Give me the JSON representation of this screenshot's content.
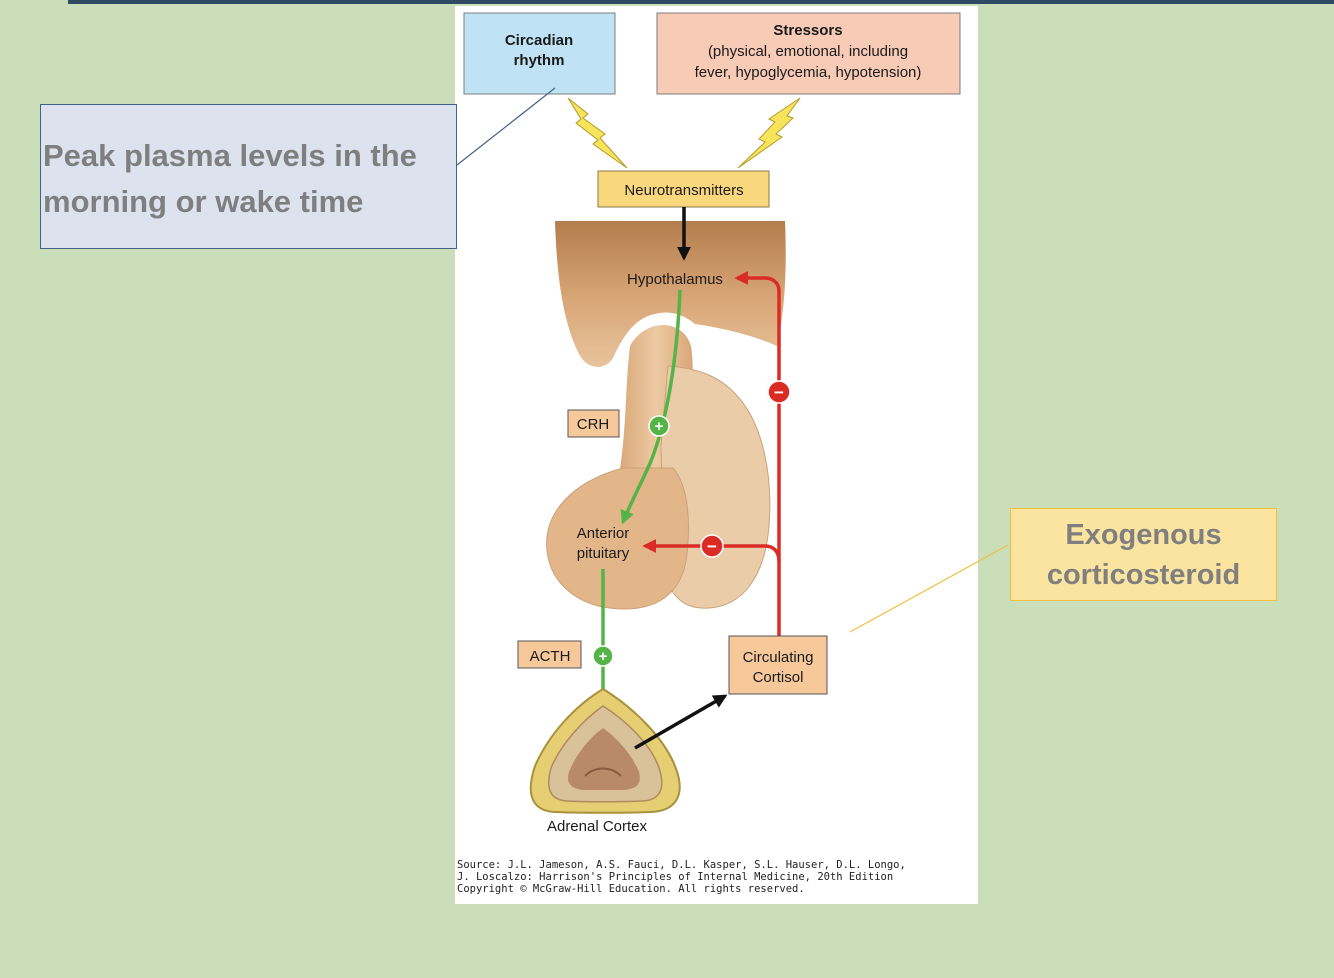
{
  "callouts": {
    "left_lines": [
      "Peak plasma levels in the",
      "morning or wake time"
    ],
    "right_lines": [
      "Exogenous",
      "corticosteroid"
    ]
  },
  "diagram": {
    "circadian_lines": [
      "Circadian",
      "rhythm"
    ],
    "stressors_title": "Stressors",
    "stressors_lines": [
      "(physical, emotional, including",
      "fever, hypoglycemia, hypotension)"
    ],
    "neurotransmitters": "Neurotransmitters",
    "hypothalamus": "Hypothalamus",
    "crh": "CRH",
    "anterior_pituitary_lines": [
      "Anterior",
      "pituitary"
    ],
    "acth": "ACTH",
    "cortisol_lines": [
      "Circulating",
      "Cortisol"
    ],
    "adrenal_cortex": "Adrenal Cortex",
    "positive_symbol": "+",
    "negative_symbol": "−"
  },
  "source": {
    "line1": "Source: J.L. Jameson, A.S. Fauci, D.L. Kasper, S.L. Hauser, D.L. Longo,",
    "line2": "J. Loscalzo: Harrison's Principles of Internal Medicine, 20th Edition",
    "line3": "Copyright © McGraw-Hill Education. All rights reserved."
  },
  "colors": {
    "background": "#cadfb9",
    "circadian_box": "#bfe3f4",
    "stressors_box": "#f8cbb7",
    "label_box": "#f7c99a",
    "neurotransmitter_box": "#f9d77c",
    "stimulatory_green": "#55b448",
    "inhibitory_red": "#da2b25",
    "tissue": "#e5bb90"
  }
}
